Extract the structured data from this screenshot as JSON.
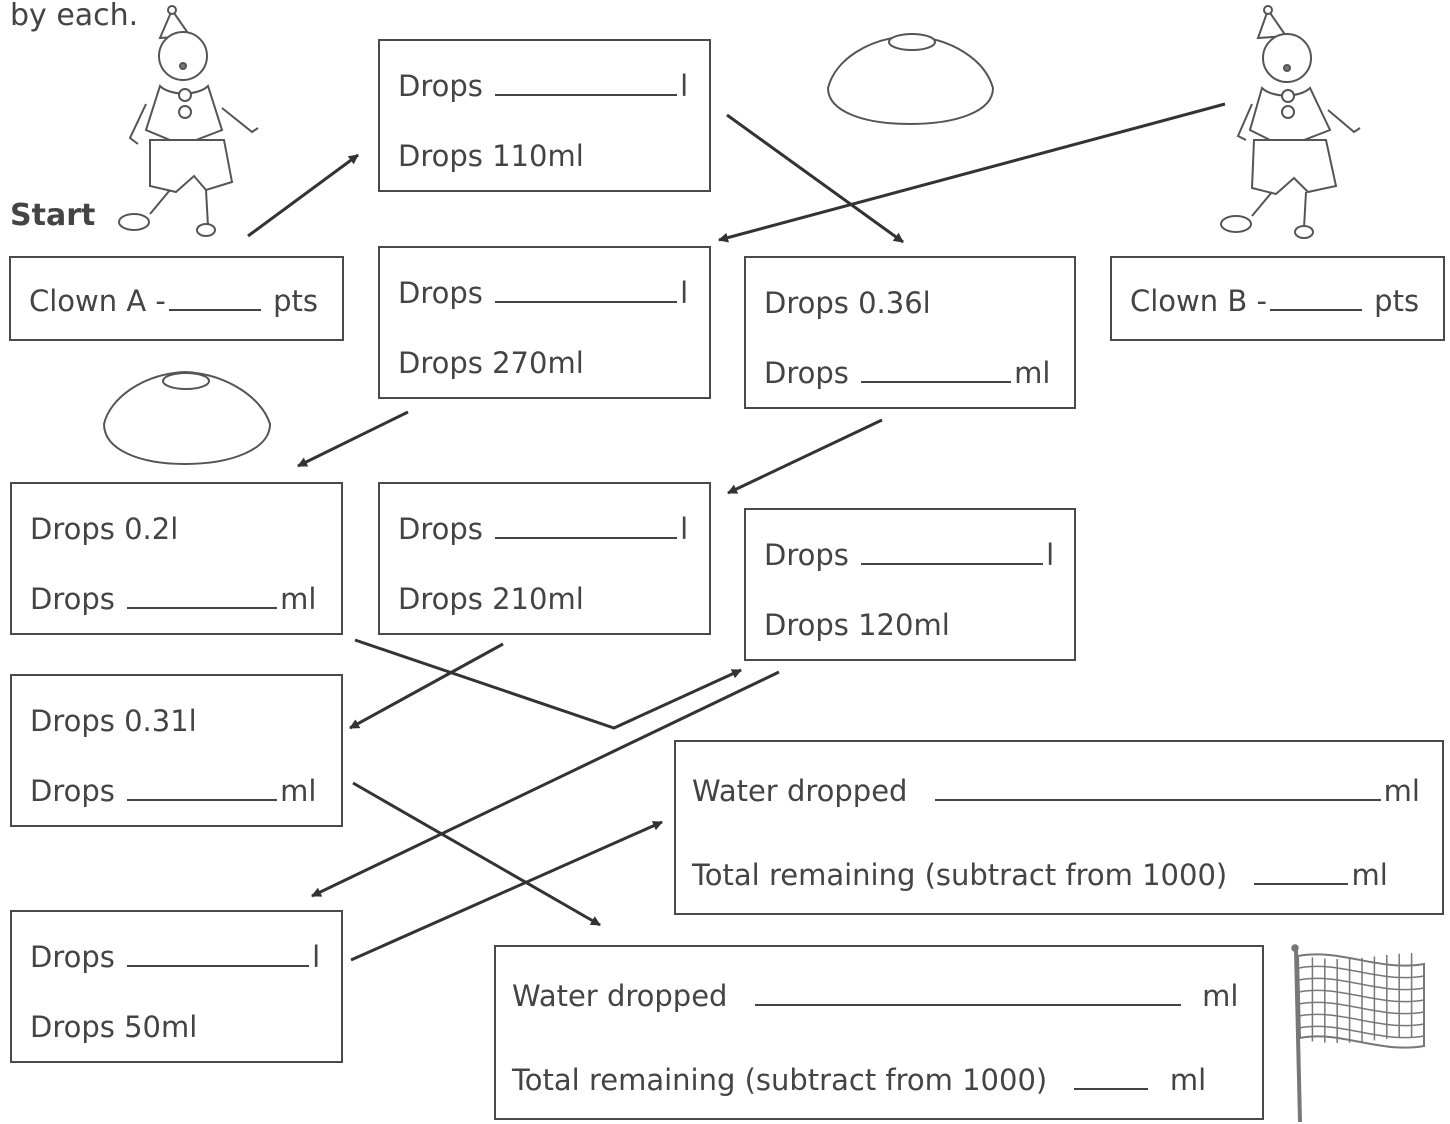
{
  "header_text": "by each.",
  "start_label": "Start",
  "clown_a": {
    "prefix": "Clown A -",
    "suffix": "pts"
  },
  "clown_b": {
    "prefix": "Clown B -",
    "suffix": "pts"
  },
  "boxes": {
    "b1": {
      "line1": "Drops",
      "unit1": "l",
      "line2": "Drops 110ml"
    },
    "b2": {
      "line1": "Drops",
      "unit1": "l",
      "line2": "Drops 270ml"
    },
    "b3": {
      "line1": "Drops 0.36l",
      "line2": "Drops",
      "unit2": "ml"
    },
    "b4": {
      "line1": "Drops 0.2l",
      "line2": "Drops",
      "unit2": "ml"
    },
    "b5": {
      "line1": "Drops",
      "unit1": "l",
      "line2": "Drops 210ml"
    },
    "b6": {
      "line1": "Drops",
      "unit1": "l",
      "line2": "Drops 120ml"
    },
    "b7": {
      "line1": "Drops 0.31l",
      "line2": "Drops",
      "unit2": "ml"
    },
    "b8": {
      "line1": "Drops",
      "unit1": "l",
      "line2": "Drops 50ml"
    }
  },
  "total_a": {
    "water_label": "Water dropped",
    "water_unit": "ml",
    "remain_label": "Total remaining (subtract from 1000)",
    "remain_unit": "ml"
  },
  "total_b": {
    "water_label": "Water dropped",
    "water_unit": "ml",
    "remain_label": "Total remaining (subtract from 1000)",
    "remain_unit": "ml"
  },
  "icons": [
    "clown-icon",
    "cone-icon",
    "checkered-flag-icon",
    "arrow-icon"
  ]
}
